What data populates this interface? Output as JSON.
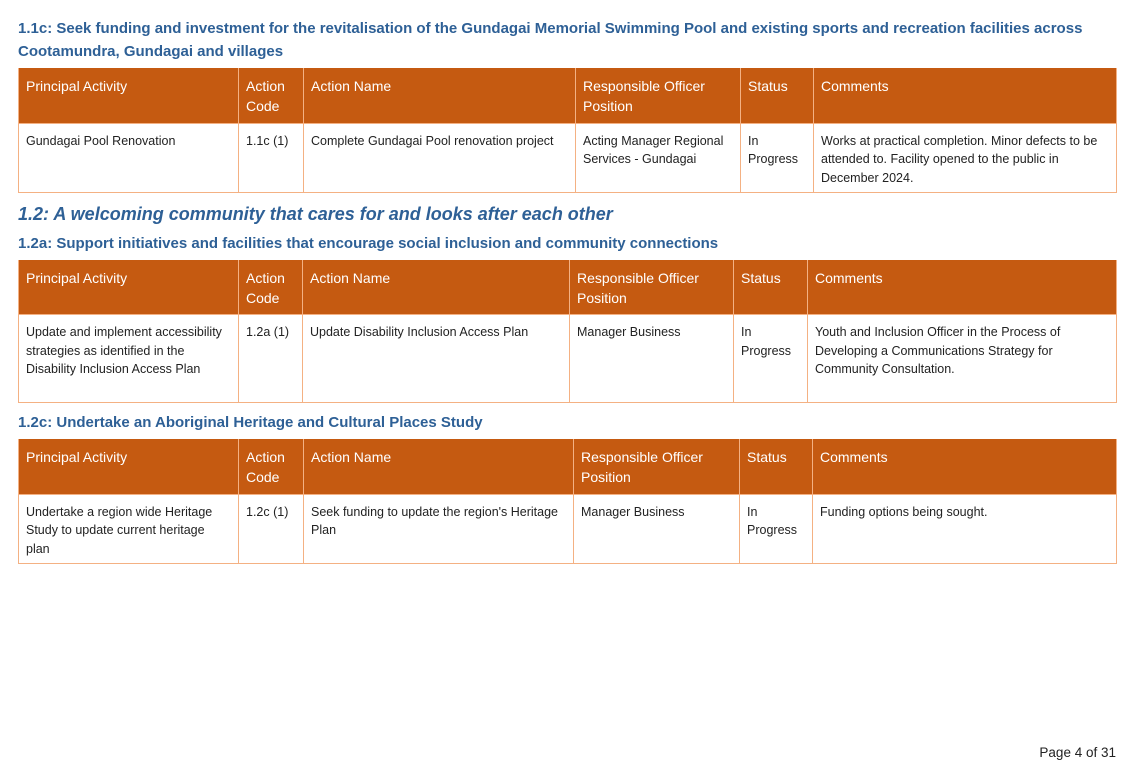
{
  "sections": [
    {
      "heading": "1.1c: Seek funding and investment for the revitalisation of the Gundagai Memorial Swimming Pool and existing sports and recreation facilities across Cootamundra, Gundagai and villages",
      "row": {
        "principal_activity": "Gundagai Pool Renovation",
        "action_code": "1.1c (1)",
        "action_name": "Complete Gundagai Pool renovation project",
        "responsible_officer": "Acting Manager Regional Services - Gundagai",
        "status": "In Progress",
        "comments": "Works at practical completion.  Minor defects to be attended to.  Facility opened to the public in December 2024."
      }
    },
    {
      "heading": "1.2a: Support initiatives and facilities that encourage social inclusion and community connections",
      "row": {
        "principal_activity": "Update and implement accessibility strategies as identified in the Disability Inclusion Access Plan",
        "action_code": "1.2a (1)",
        "action_name": "Update Disability Inclusion Access Plan",
        "responsible_officer": "Manager Business",
        "status": "In Progress",
        "comments": "Youth and Inclusion Officer in the Process of Developing a Communications Strategy for Community Consultation."
      }
    },
    {
      "heading": "1.2c: Undertake an Aboriginal Heritage and Cultural Places Study",
      "row": {
        "principal_activity": "Undertake a region wide Heritage Study to update current heritage plan",
        "action_code": "1.2c (1)",
        "action_name": "Seek funding to update the region's Heritage Plan",
        "responsible_officer": "Manager Business",
        "status": "In Progress",
        "comments": "Funding options being sought."
      }
    }
  ],
  "goal_heading": "1.2: A welcoming community that cares for and looks after each other",
  "columns": {
    "principal_activity": "Principal Activity",
    "action_code": "Action Code",
    "action_name": "Action Name",
    "responsible_officer": "Responsible Officer Position",
    "status": "Status",
    "comments": "Comments"
  },
  "footer": {
    "page_label": "Page 4 of 31"
  },
  "colors": {
    "heading_blue": "#2e6096",
    "header_orange": "#c55a11",
    "border_peach": "#f4b183"
  }
}
